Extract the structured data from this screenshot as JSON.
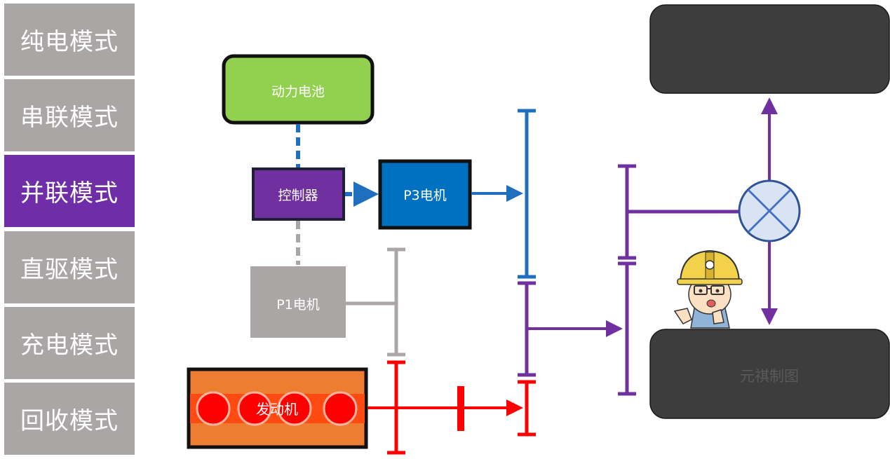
{
  "sidebar": {
    "items": [
      {
        "label": "纯电模式",
        "active": false
      },
      {
        "label": "串联模式",
        "active": false
      },
      {
        "label": "并联模式",
        "active": true
      },
      {
        "label": "直驱模式",
        "active": false
      },
      {
        "label": "充电模式",
        "active": false
      },
      {
        "label": "回收模式",
        "active": false
      }
    ]
  },
  "diagram": {
    "battery_label": "动力电池",
    "controller_label": "控制器",
    "p3_motor_label": "P3电机",
    "p1_motor_label": "P1电机",
    "engine_label": "发动机",
    "watermark": "元祺制图",
    "colors": {
      "battery": "#92d050",
      "controller": "#7030a0",
      "p3_motor": "#0070c0",
      "p1_motor": "#a9a6a5",
      "engine": "#ed7d31",
      "engine_band": "#ff4b12",
      "engine_cylinder": "#ff0000",
      "electric_path": "#1f6fbf",
      "mechanical_path": "#7030a0",
      "engine_path": "#ff0000",
      "inactive_path": "#a9a6a5",
      "wheel": "#3d3d3d",
      "differential": "#dae3f3"
    }
  }
}
